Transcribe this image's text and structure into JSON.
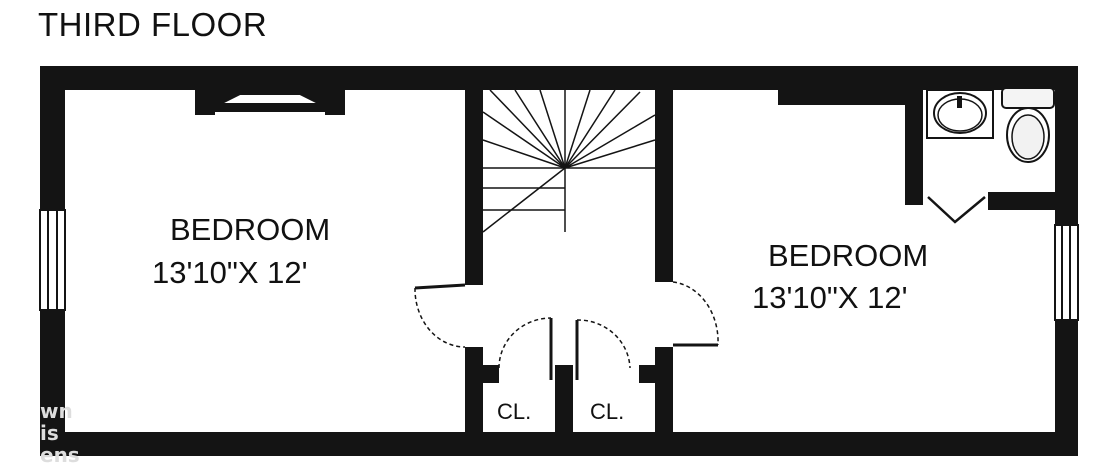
{
  "title": "THIRD FLOOR",
  "rooms": [
    {
      "name": "BEDROOM",
      "dimensions": "13'10\"X 12'"
    },
    {
      "name": "BEDROOM",
      "dimensions": "13'10\"X 12'"
    }
  ],
  "closets": [
    "CL.",
    "CL."
  ],
  "watermark": [
    "wn",
    "is",
    "ens"
  ],
  "colors": {
    "wall": "#141414",
    "background": "#ffffff"
  }
}
